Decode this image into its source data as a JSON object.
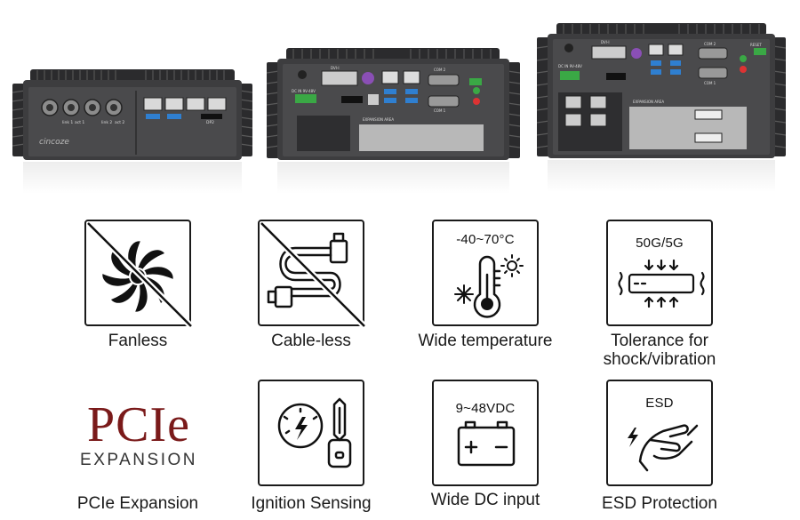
{
  "products": [
    {
      "brand": "cincoze",
      "port_labels": [
        "link 1",
        "act 1",
        "link 2",
        "act 2",
        "DP2"
      ]
    },
    {
      "port_labels": [
        "DVI-I",
        "COM 2",
        "DC IN 9V-48V",
        "EXPANSION AREA",
        "COM 1"
      ]
    },
    {
      "port_labels": [
        "DVI-I",
        "COM 2",
        "DC IN 9V-48V",
        "RESET",
        "EXPANSION AREA",
        "COM 1"
      ]
    }
  ],
  "features": [
    {
      "label": "Fanless",
      "icon": "fan-crossed-icon"
    },
    {
      "label": "Cable-less",
      "icon": "cable-crossed-icon"
    },
    {
      "label": "Wide temperature",
      "icon": "thermometer-icon",
      "box_text": "-40~70°C"
    },
    {
      "label": "Tolerance for\nshock/vibration",
      "label_line1": "Tolerance for",
      "label_line2": "shock/vibration",
      "icon": "shock-vibration-icon",
      "box_text": "50G/5G"
    },
    {
      "label": "PCIe Expansion",
      "icon": "pcie-logo",
      "logo_text": "PCIe",
      "logo_sub": "EXPANSION"
    },
    {
      "label": "Ignition Sensing",
      "icon": "ignition-key-icon"
    },
    {
      "label": "Wide DC input",
      "icon": "battery-icon",
      "box_text": "9~48VDC"
    },
    {
      "label": "ESD Protection",
      "icon": "esd-hand-icon",
      "box_text": "ESD"
    }
  ],
  "colors": {
    "chassis": "#3d3d3f",
    "fins": "#2a2a2c",
    "pcie_red": "#7a1a1a",
    "usb_blue": "#2f7fd0",
    "terminal_green": "#3aa845"
  }
}
